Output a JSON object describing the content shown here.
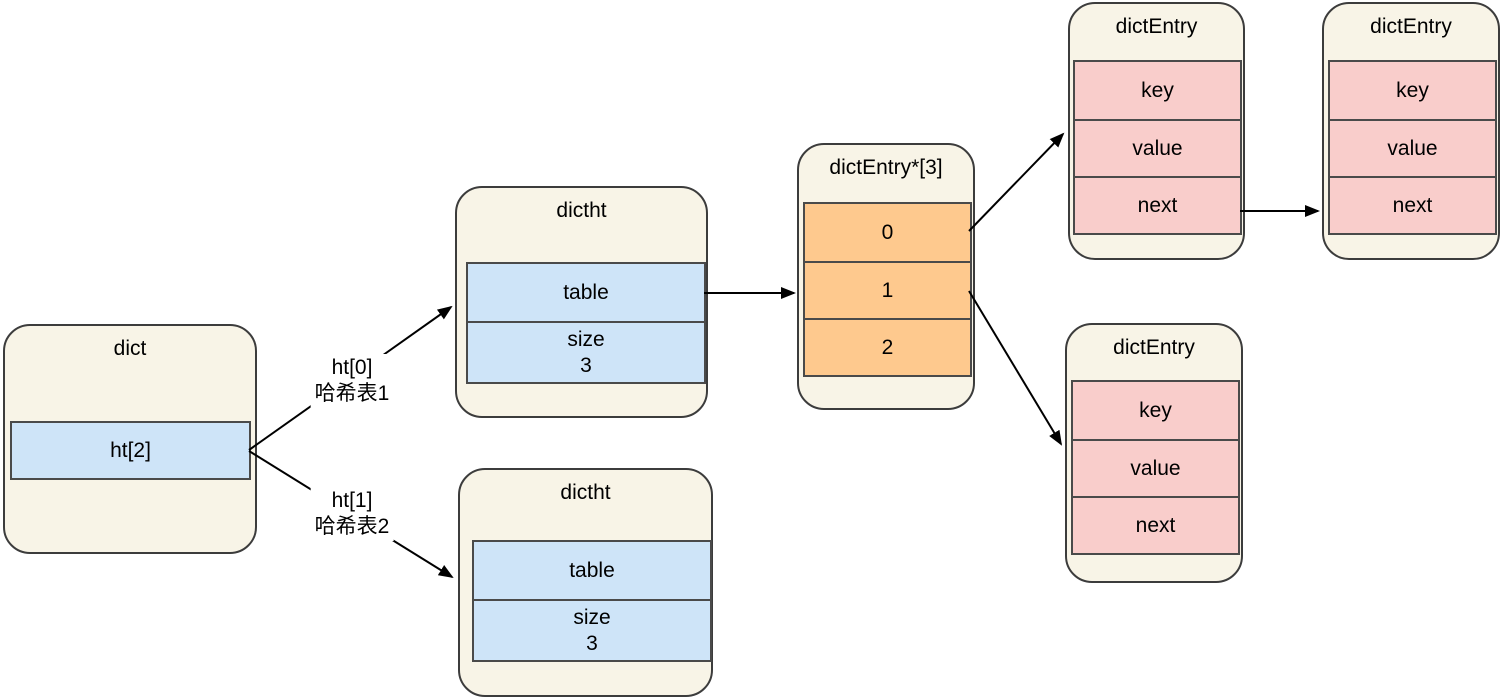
{
  "canvas": {
    "background": "#ffffff"
  },
  "palette": {
    "node_fill": "#F8F4E7",
    "node_border": "#3C3C3C",
    "cell_border": "#4A4A4A",
    "blue_cell": "#CEE4F8",
    "orange_cell": "#FEC98E",
    "pink_cell": "#F9CDCB",
    "arrow": "#000000",
    "text": "#000000"
  },
  "nodes": {
    "dict": {
      "title": "dict",
      "cells": [
        {
          "text": "ht[2]"
        }
      ]
    },
    "dictht_top": {
      "title": "dictht",
      "cells": [
        {
          "text": "table"
        },
        {
          "text": "size",
          "value": "3"
        }
      ]
    },
    "dictht_bottom": {
      "title": "dictht",
      "cells": [
        {
          "text": "table"
        },
        {
          "text": "size",
          "value": "3"
        }
      ]
    },
    "dict_entry_array": {
      "title": "dictEntry*[3]",
      "cells": [
        {
          "text": "0"
        },
        {
          "text": "1"
        },
        {
          "text": "2"
        }
      ]
    },
    "dict_entry_top_first": {
      "title": "dictEntry",
      "cells": [
        {
          "text": "key"
        },
        {
          "text": "value"
        },
        {
          "text": "next"
        }
      ]
    },
    "dict_entry_top_second": {
      "title": "dictEntry",
      "cells": [
        {
          "text": "key"
        },
        {
          "text": "value"
        },
        {
          "text": "next"
        }
      ]
    },
    "dict_entry_bottom": {
      "title": "dictEntry",
      "cells": [
        {
          "text": "key"
        },
        {
          "text": "value"
        },
        {
          "text": "next"
        }
      ]
    }
  },
  "edge_labels": {
    "ht0": {
      "line1": "ht[0]",
      "line2": "哈希表1"
    },
    "ht1": {
      "line1": "ht[1]",
      "line2": "哈希表2"
    }
  }
}
